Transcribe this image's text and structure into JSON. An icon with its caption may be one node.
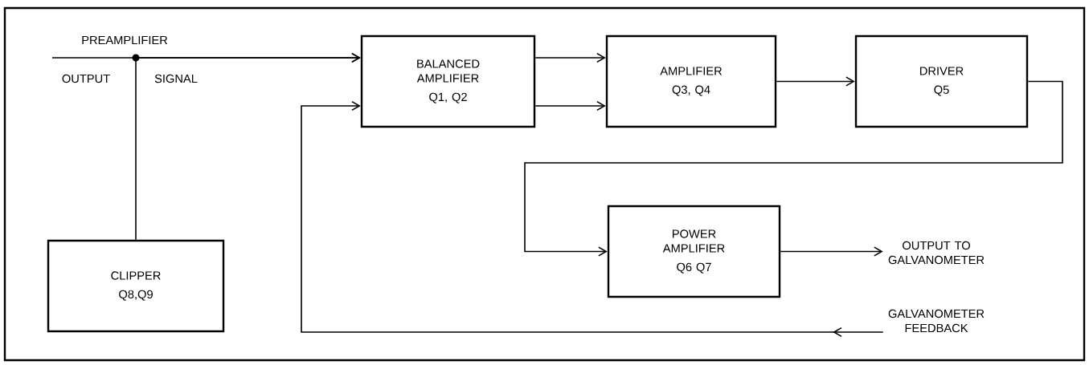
{
  "diagram": {
    "nodes": [
      {
        "text": [
          "BALANCED AMPLIFIER",
          "Q1, Q2"
        ]
      },
      {
        "text": [
          "AMPLIFIER",
          "Q3, Q4"
        ]
      },
      {
        "text": [
          "DRIVER",
          "Q5"
        ]
      },
      {
        "text": [
          "CLIPPER",
          "Q8,Q9"
        ]
      },
      {
        "text": [
          "POWER AMPLIFIER",
          "Q6 Q7"
        ]
      },
      {
        "text": [
          "OUTPUT TO GALVANOMETER"
        ]
      },
      {
        "text": [
          "GALVANOMETER FEEDBACK"
        ]
      }
    ],
    "edges": [
      {
        "from": null,
        "to": 0,
        "arrow": "to"
      },
      {
        "from": 3,
        "to": 0,
        "arrow": "to"
      },
      {
        "from": 0,
        "to": 1,
        "arrow": "to"
      },
      {
        "from": 0,
        "to": 1,
        "arrow": "to"
      },
      {
        "from": 1,
        "to": 2,
        "arrow": "to"
      },
      {
        "from": 2,
        "to": 4,
        "arrow": "to"
      },
      {
        "from": 4,
        "to": 5,
        "arrow": "to"
      },
      {
        "from": 6,
        "to": 0,
        "arrow": "to"
      }
    ],
    "labels": [
      "PREAMPLIFIER",
      "OUTPUT",
      "SIGNAL"
    ]
  }
}
